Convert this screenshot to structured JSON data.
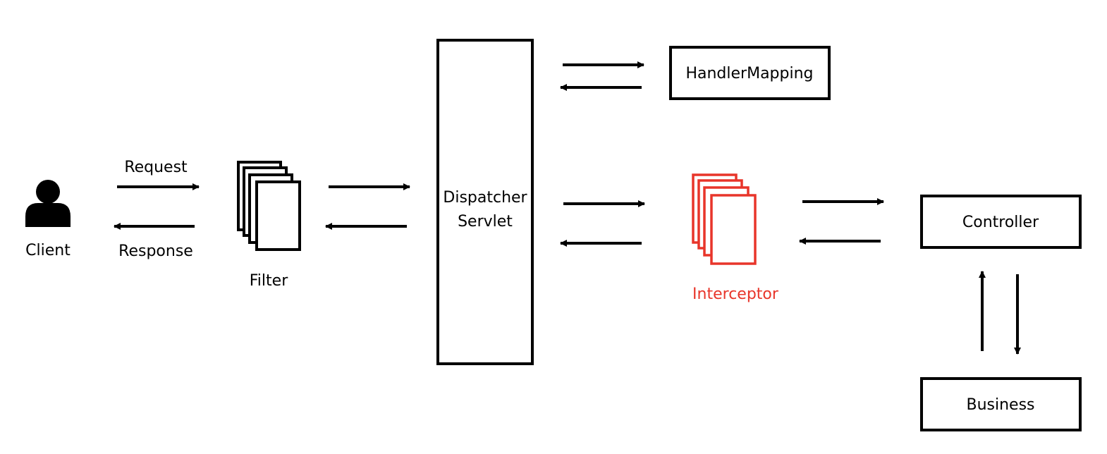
{
  "colors": {
    "stroke": "#000000",
    "accent": "#e8352a",
    "background": "#ffffff"
  },
  "client": {
    "icon": "person-icon",
    "label": "Client"
  },
  "request_label": "Request",
  "response_label": "Response",
  "filter": {
    "icon": "stacked-pages-icon",
    "label": "Filter"
  },
  "dispatcher": {
    "line1": "Dispatcher",
    "line2": "Servlet"
  },
  "handler_mapping": {
    "label": "HandlerMapping"
  },
  "interceptor": {
    "icon": "stacked-pages-icon",
    "label": "Interceptor"
  },
  "controller": {
    "label": "Controller"
  },
  "business": {
    "label": "Business"
  }
}
